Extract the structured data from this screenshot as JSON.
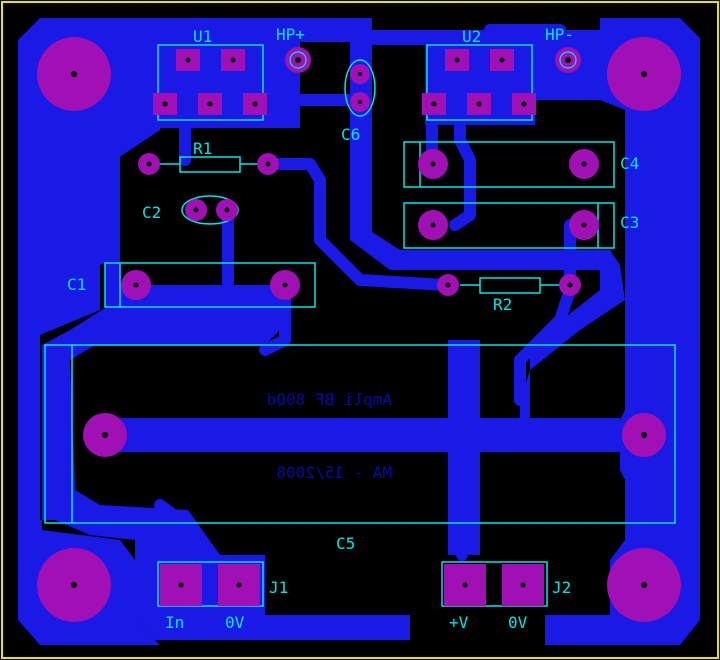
{
  "colors": {
    "background": "#000000",
    "copper": "#1a1ae6",
    "pad": "#a010b4",
    "silkscreen": "#00e5e5",
    "board_edge": "#e6e600",
    "mirrored_text": "#0a0aa0"
  },
  "components": {
    "u1": "U1",
    "u2": "U2",
    "hp_plus": "HP+",
    "hp_minus": "HP-",
    "r1": "R1",
    "r2": "R2",
    "c1": "C1",
    "c2": "C2",
    "c3": "C3",
    "c4": "C4",
    "c5": "C5",
    "c6": "C6",
    "j1": "J1",
    "j2": "J2"
  },
  "connectors": {
    "j1_pin1": "In",
    "j1_pin2": "0V",
    "j2_pin1": "+V",
    "j2_pin2": "0V"
  },
  "copper_text": {
    "line1": "Ampli BF 80Qd",
    "line2": "MA - 15/2008"
  },
  "icons": [
    "mounting-hole-icon",
    "pad-icon",
    "via-icon"
  ]
}
